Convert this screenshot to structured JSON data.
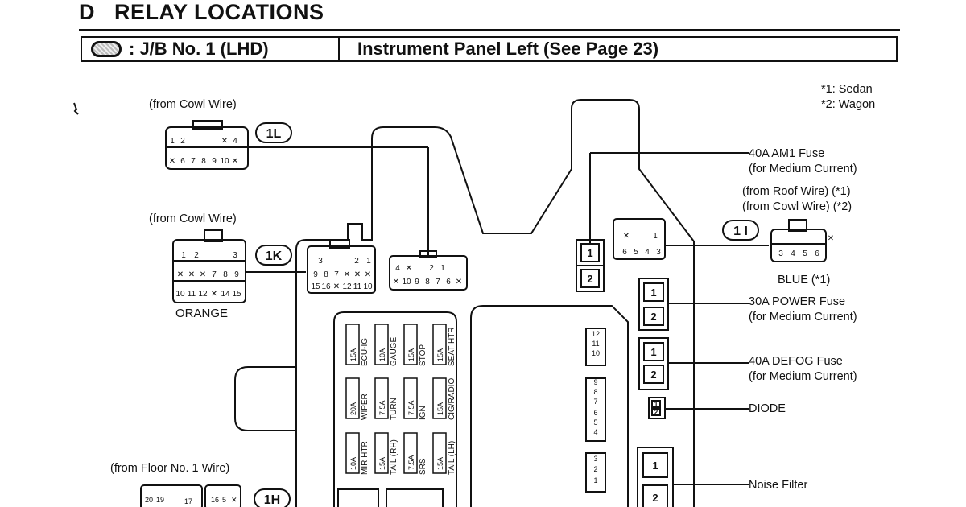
{
  "header": {
    "section_letter": "D",
    "section_title": "RELAY LOCATIONS",
    "symbol_name": "oval-hatched-icon",
    "location_code": ": J/B No. 1 (LHD)",
    "location_desc": "Instrument Panel Left (See Page 23)"
  },
  "notes": {
    "sedan": "*1: Sedan",
    "wagon": "*2: Wagon"
  },
  "connectors": {
    "c1L": {
      "source": "(from Cowl Wire)",
      "tag": "1L",
      "row1": [
        "1",
        "2",
        "",
        "",
        "",
        "✕",
        "4"
      ],
      "row2": [
        "✕",
        "6",
        "7",
        "8",
        "9",
        "10",
        "✕"
      ]
    },
    "c1K": {
      "source": "(from Cowl Wire)",
      "tag": "1K",
      "color": "ORANGE",
      "row1": [
        "1",
        "2",
        "",
        "",
        "3"
      ],
      "row2": [
        "✕",
        "✕",
        "✕",
        "7",
        "8",
        "9"
      ],
      "row3": [
        "10",
        "11",
        "12",
        "✕",
        "14",
        "15"
      ]
    },
    "c1H": {
      "source": "(from Floor No. 1 Wire)",
      "tag": "1H"
    },
    "c1I": {
      "source1": "(from Roof Wire) (*1)",
      "source2": "(from Cowl Wire) (*2)",
      "tag": "1 I",
      "color": "BLUE (*1)",
      "row1": [
        "",
        "",
        "✕"
      ],
      "row2": [
        "3",
        "4",
        "5",
        "6"
      ]
    }
  },
  "junction": {
    "inner_conn_a": {
      "row1": [
        "3",
        "",
        "",
        "2",
        "1"
      ],
      "row2": [
        "9",
        "8",
        "7",
        "✕",
        "✕",
        "✕"
      ],
      "row3": [
        "15",
        "16",
        "✕",
        "12",
        "11",
        "10"
      ]
    },
    "inner_conn_b": {
      "row1": [
        "4",
        "✕",
        "",
        "2",
        "1"
      ],
      "row2": [
        "✕",
        "10",
        "9",
        "8",
        "7",
        "6",
        "✕"
      ]
    },
    "inner_conn_c": {
      "row1": [
        "✕",
        "",
        "1"
      ],
      "row2": [
        "6",
        "5",
        "4",
        "3"
      ]
    },
    "fuses_col1": [
      "15A\nECU-IG",
      "20A\nWIPER",
      "10A\nMIR HTR"
    ],
    "fuses_col2": [
      "10A\nGAUGE",
      "7.5A\nTURN",
      "15A\nTAIL (RH)"
    ],
    "fuses_col3": [
      "15A\nSTOP",
      "7.5A\nIGN",
      "7.5A\nSRS"
    ],
    "fuses_col4": [
      "15A\nSEAT HTR",
      "15A\nCIG/RADIO",
      "15A\nTAIL (LH)"
    ],
    "fuse_labels": [
      [
        "15A",
        "ECU-IG"
      ],
      [
        "10A",
        "GAUGE"
      ],
      [
        "15A",
        "STOP"
      ],
      [
        "15A",
        "SEAT HTR"
      ],
      [
        "20A",
        "WIPER"
      ],
      [
        "7.5A",
        "TURN"
      ],
      [
        "7.5A",
        "IGN"
      ],
      [
        "15A",
        "CIG/RADIO"
      ],
      [
        "10A",
        "MIR HTR"
      ],
      [
        "15A",
        "TAIL (RH)"
      ],
      [
        "7.5A",
        "SRS"
      ],
      [
        "15A",
        "TAIL (LH)"
      ]
    ],
    "pin_strip": [
      "12",
      "11",
      "10",
      "9",
      "8",
      "7",
      "6",
      "5",
      "4",
      "3",
      "2",
      "1"
    ],
    "relay_slots": [
      "1",
      "2"
    ]
  },
  "callouts": {
    "am1": {
      "name": "40A AM1 Fuse",
      "sub": "(for Medium Current)"
    },
    "power": {
      "name": "30A POWER Fuse",
      "sub": "(for Medium Current)"
    },
    "defog": {
      "name": "40A DEFOG Fuse",
      "sub": "(for Medium Current)"
    },
    "diode": {
      "name": "DIODE"
    },
    "noise": {
      "name": "Noise Filter"
    }
  }
}
